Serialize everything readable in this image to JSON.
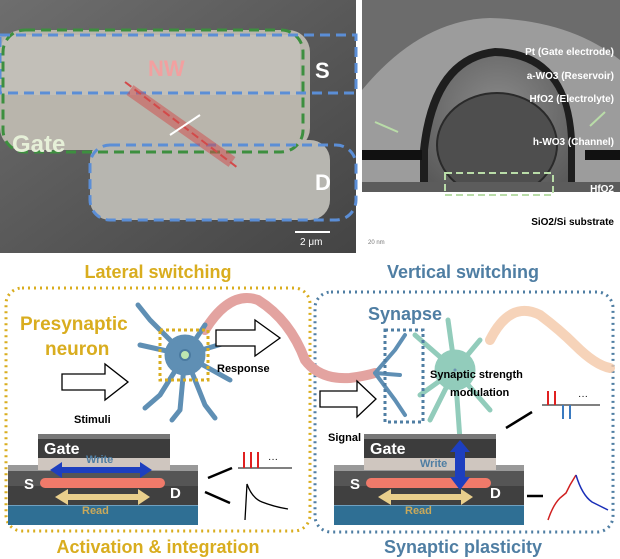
{
  "sem_top_view": {
    "labels": {
      "nw": "NW",
      "source": "S",
      "drain": "D",
      "gate": "Gate"
    },
    "scale_bar": "2 μm"
  },
  "tem_cross_section": {
    "layers": [
      "Pt (Gate electrode)",
      "a-WO3 (Reservoir)",
      "HfO2 (Electrolyte)",
      "h-WO3 (Channel)",
      "HfO2",
      "SiO2/Si substrate"
    ],
    "scale_bar": "20 nm"
  },
  "schematic": {
    "lateral_title": "Lateral switching",
    "vertical_title": "Vertical switching",
    "presynaptic_line1": "Presynaptic",
    "presynaptic_line2": "neuron",
    "synapse": "Synapse",
    "stimuli": "Stimuli",
    "response": "Response",
    "signal": "Signal",
    "modulation_line1": "Synaptic strength",
    "modulation_line2": "modulation",
    "device_left": {
      "gate": "Gate",
      "write": "Write",
      "read": "Read",
      "source": "S",
      "drain": "D"
    },
    "device_right": {
      "gate": "Gate",
      "write": "Write",
      "read": "Read",
      "source": "S",
      "drain": "D"
    },
    "pulse_ellipsis": "···",
    "activation_title": "Activation & integration",
    "plasticity_title": "Synaptic plasticity"
  },
  "colors": {
    "lateral": "#d9ad1f",
    "vertical": "#4f7ea3",
    "neuron": "#5f8fb4",
    "postneuron": "#7fc4b0",
    "axon": "#e3a3a0",
    "write_arrow": "#1d3fbf",
    "read_arrow": "#e9cf8c",
    "nanowire": "#f07a6a"
  }
}
